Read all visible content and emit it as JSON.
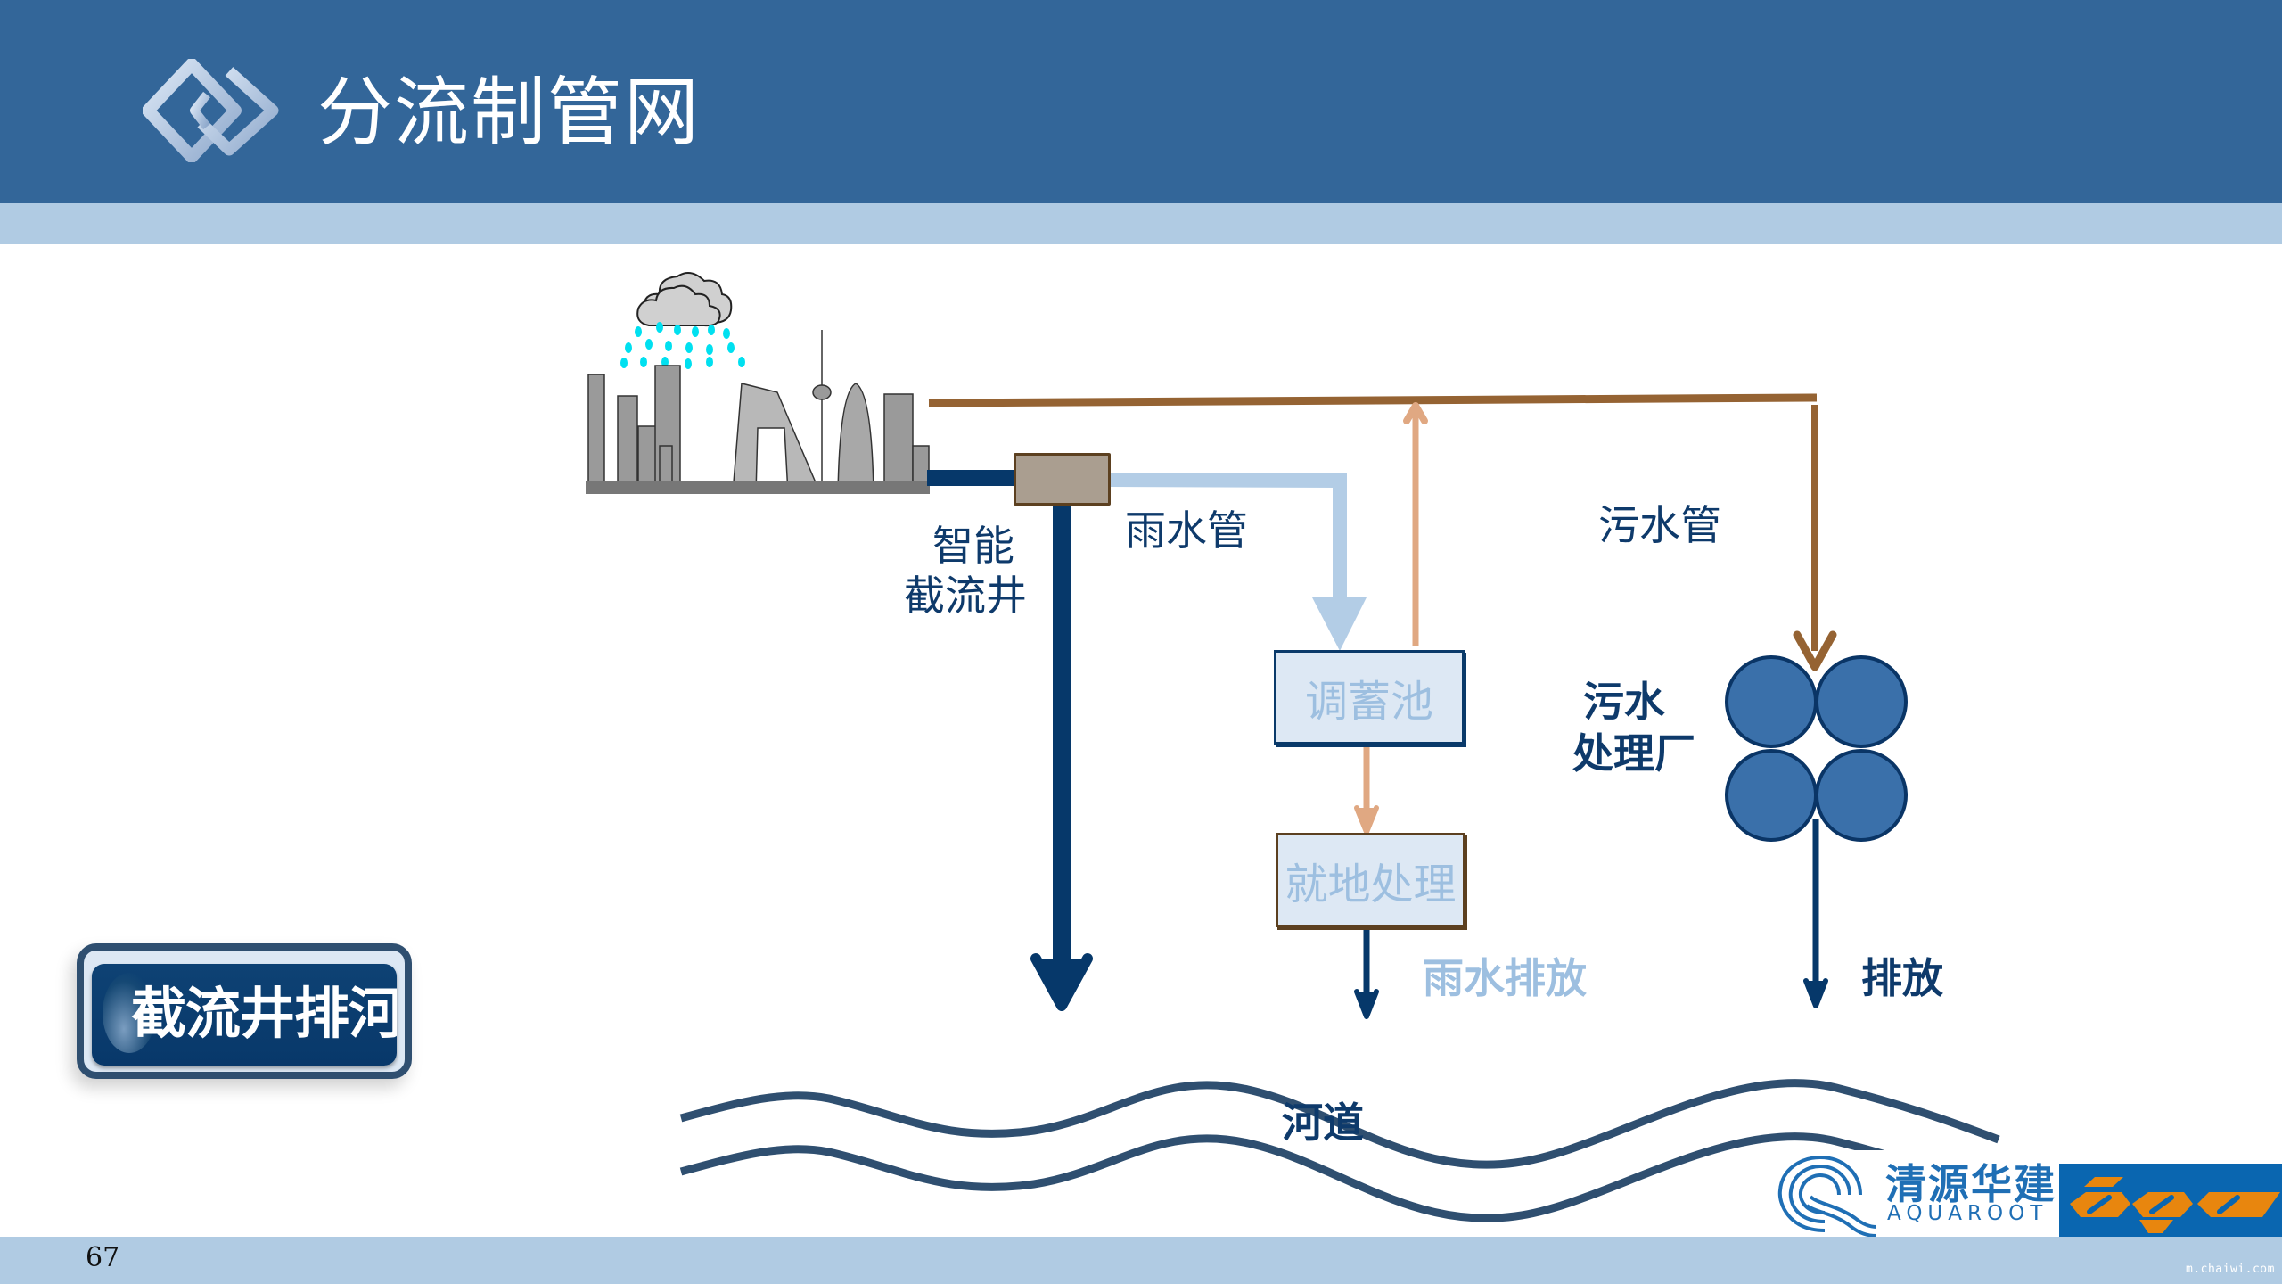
{
  "slide": {
    "title": "分流制管网",
    "page_number": "67",
    "watermark": "m.chaiwi.com",
    "colors": {
      "header": "#336699",
      "band": "#B0CBE3",
      "navy": "#0E3A6B",
      "storm_pipe": "#B3CDE6",
      "sewage_pipe": "#956333",
      "overflow_pipe": "#E0A882",
      "plant_fill": "#3A70AA"
    }
  },
  "diagram": {
    "labels": {
      "smart_interceptor_line1": "智能",
      "smart_interceptor_line2": "截流井",
      "storm_pipe": "雨水管",
      "sewage_pipe": "污水管",
      "plant_line1": "污水",
      "plant_line2": "处理厂",
      "storage_tank": "调蓄池",
      "local_treatment": "就地处理",
      "storm_discharge": "雨水排放",
      "discharge": "排放",
      "river": "河道"
    },
    "icons": [
      "rain-cloud-icon",
      "city-skyline-icon",
      "treatment-plant-icon",
      "river-wave-icon"
    ]
  },
  "action_button": {
    "label": "截流井排河"
  },
  "logos": {
    "aquaroot_cn": "清源华建",
    "aquaroot_en": "AQUAROOT",
    "egu": "egu"
  }
}
